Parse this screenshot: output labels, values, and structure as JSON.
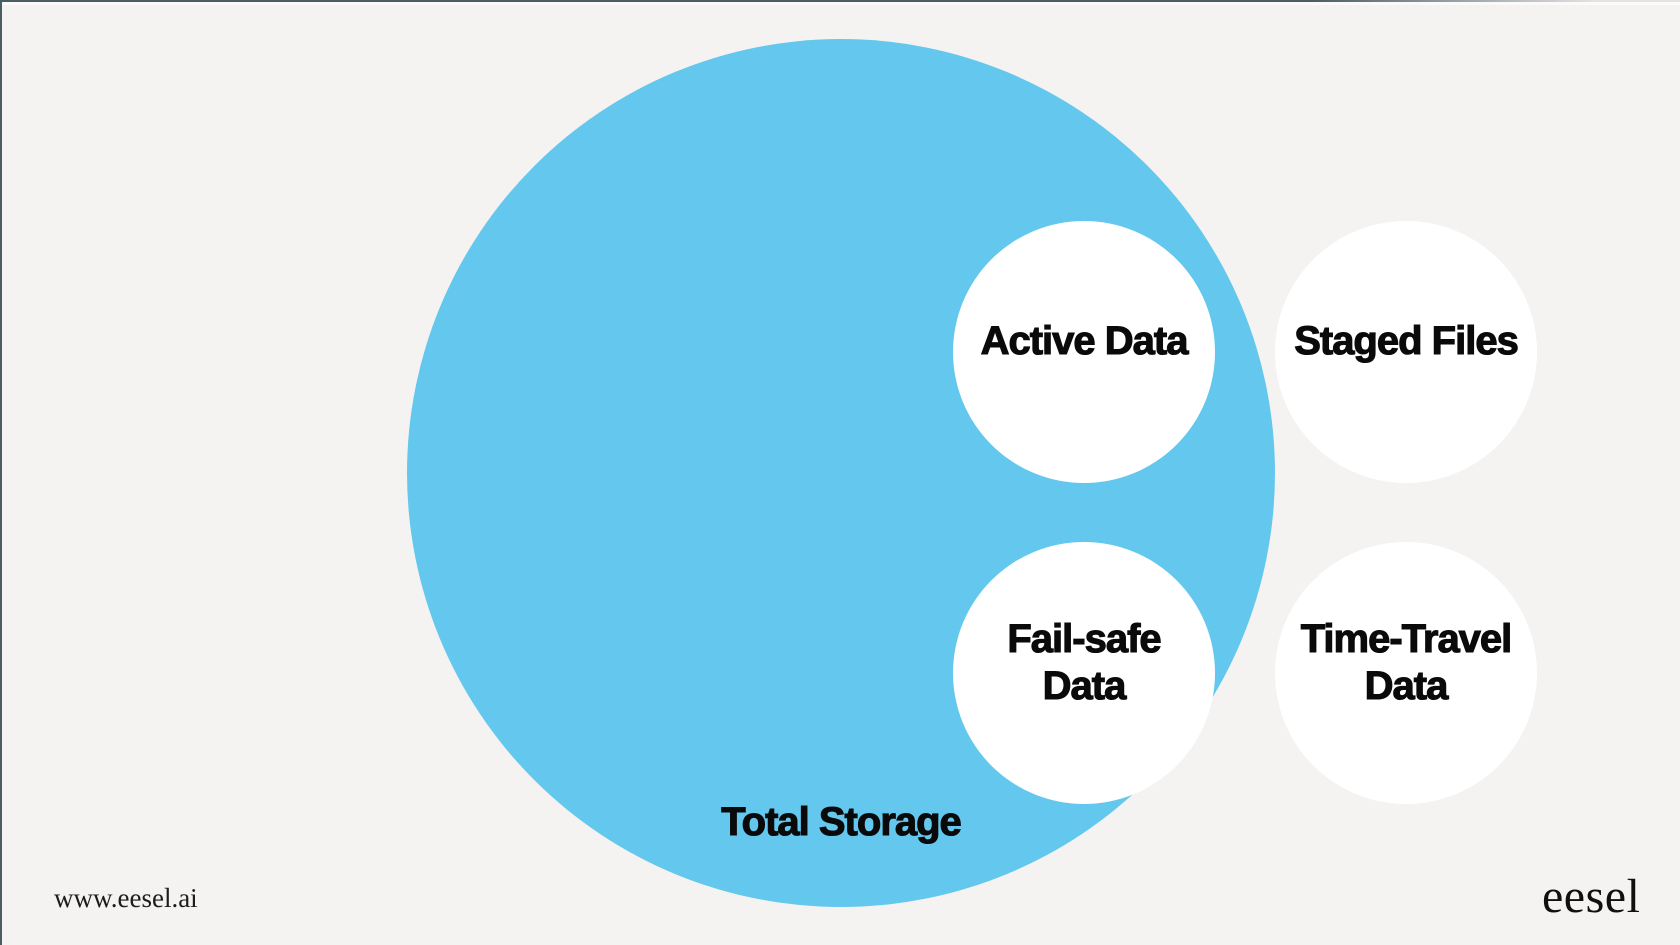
{
  "page": {
    "background_color": "#f5f3f1",
    "edge_line_color": "#4b5c63"
  },
  "diagram": {
    "type": "nested-circles",
    "outer_circle": {
      "label": "Total Storage",
      "color": "#64c8ee"
    },
    "inner_circles": [
      {
        "label": "Active Data",
        "color": "#ffffff",
        "position": "top-left"
      },
      {
        "label": "Staged Files",
        "color": "#ffffff",
        "position": "top-right"
      },
      {
        "label": "Fail-safe Data",
        "color": "#ffffff",
        "position": "bottom-left"
      },
      {
        "label": "Time-Travel Data",
        "color": "#ffffff",
        "position": "bottom-right"
      }
    ],
    "text_color": "#0a0a0a"
  },
  "footer": {
    "website_url": "www.eesel.ai",
    "brand_logo_text": "eesel"
  }
}
